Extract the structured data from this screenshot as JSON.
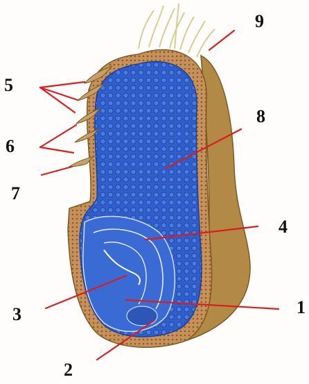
{
  "diagram": {
    "labels": [
      "1",
      "2",
      "3",
      "4",
      "5",
      "6",
      "7",
      "8",
      "9"
    ],
    "colors": {
      "endosperm": "#2f5fcb",
      "endosperm_dark": "#1d3f9a",
      "pericarp": "#c6915a",
      "pericarp_dark": "#8a5a2b",
      "husk": "#b38a45",
      "hair": "#e6dcaa",
      "leader": "#d81e1e",
      "embryo": "#5f8ae0"
    }
  }
}
